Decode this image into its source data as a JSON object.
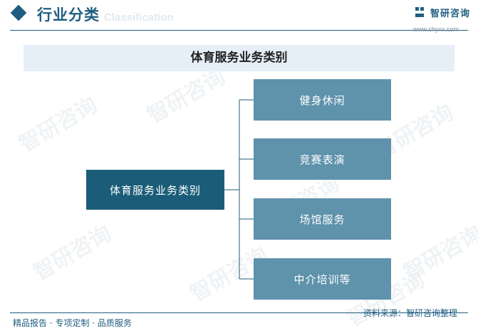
{
  "header": {
    "section_title": "行业分类",
    "section_title_en": "Classification",
    "logo_text": "智研咨询",
    "logo_url": "www.chyxx.com"
  },
  "title": "体育服务业务类别",
  "diagram": {
    "root": "体育服务业务类别",
    "children": [
      "健身休闲",
      "竞赛表演",
      "场馆服务",
      "中介培训等"
    ]
  },
  "footer": {
    "left": "精品报告 · 专项定制 · 品质服务",
    "right": "资料来源：智研咨询整理"
  },
  "watermark": "智研咨询",
  "colors": {
    "brand": "#1f5d80",
    "root_box": "#1b5d78",
    "child_box": "#5f92ab",
    "title_band": "#e6eff8"
  }
}
